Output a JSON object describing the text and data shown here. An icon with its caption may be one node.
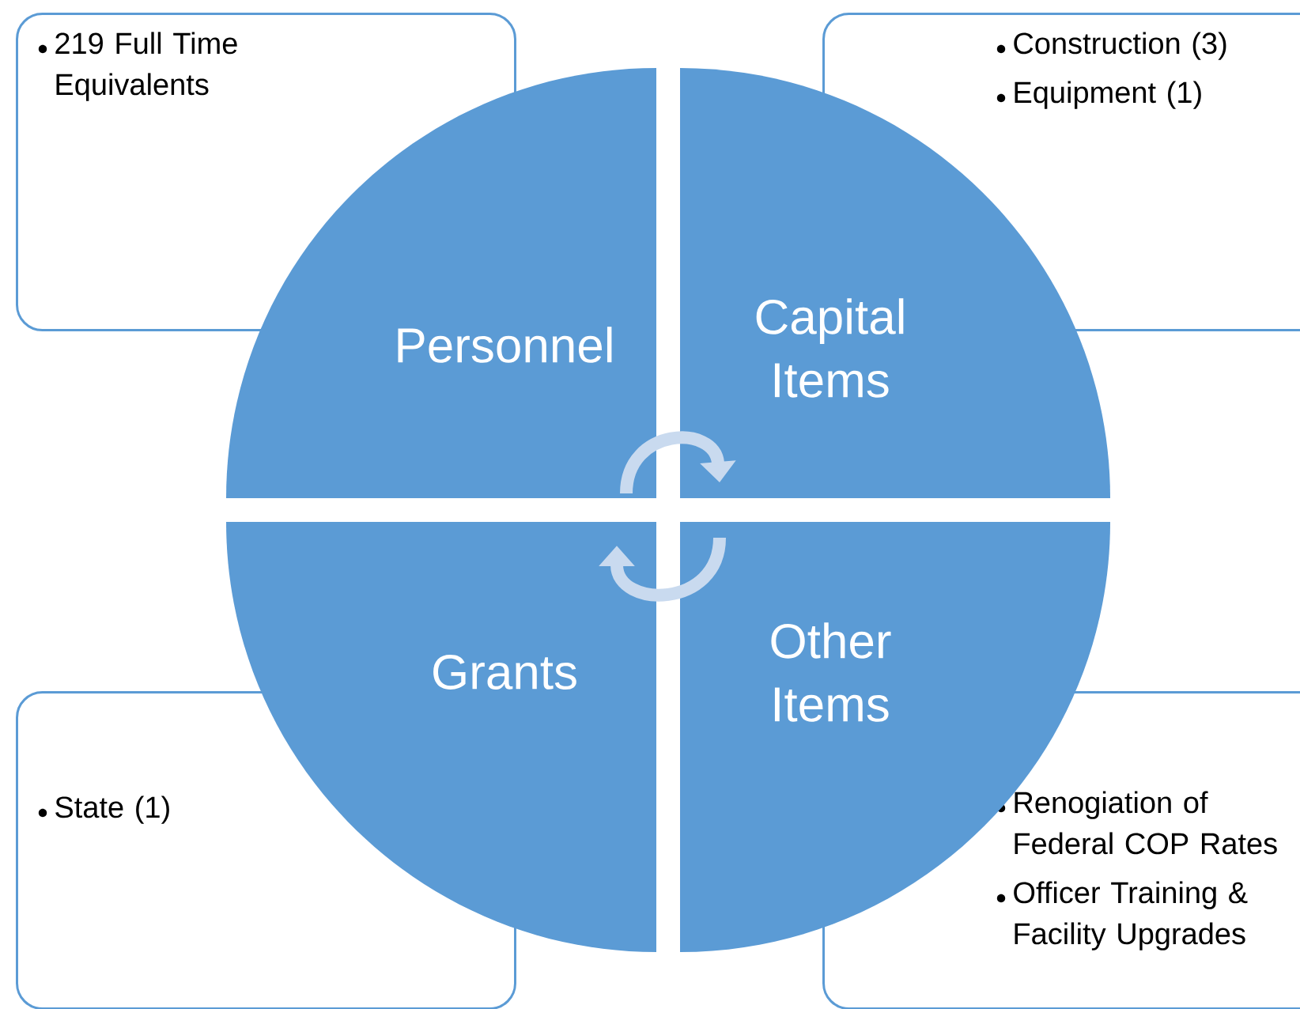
{
  "diagram": {
    "nodes": [
      {
        "text": [
          "219 Full Time Equivalents"
        ]
      },
      {
        "text": [
          "Construction (3)",
          "Equipment (1)"
        ]
      },
      {
        "text": [
          "Personnel"
        ]
      },
      {
        "text": [
          "Capital Items"
        ]
      },
      {
        "text": [
          "Grants"
        ]
      },
      {
        "text": [
          "Other Items"
        ]
      },
      {
        "text": [
          "State (1)"
        ]
      },
      {
        "text": [
          "Renogiation of Federal COP Rates",
          "Officer Training & Facility Upgrades"
        ]
      }
    ],
    "edges": [
      {
        "from": 2,
        "to": 3,
        "arrow": "to"
      },
      {
        "from": 5,
        "to": 4,
        "arrow": "to"
      }
    ]
  }
}
